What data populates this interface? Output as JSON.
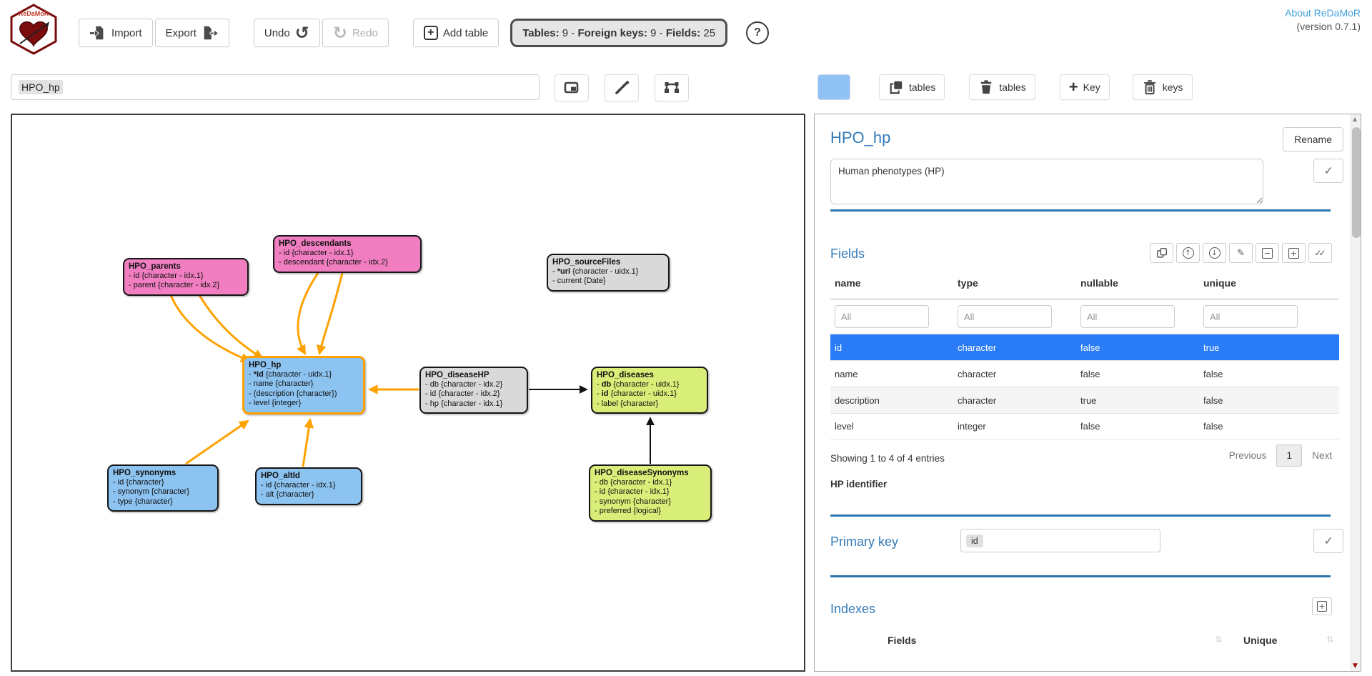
{
  "header": {
    "logo_text": "ReDaMoR",
    "import_label": "Import",
    "export_label": "Export",
    "undo_label": "Undo",
    "redo_label": "Redo",
    "add_table_label": "Add table",
    "stats": {
      "tables_label": "Tables:",
      "tables_value": "9",
      "fk_label": "Foreign keys:",
      "fk_value": "9",
      "fields_label": "Fields:",
      "fields_value": "25",
      "sep": " - "
    },
    "about_link": "About ReDaMoR",
    "version": "(version 0.7.1)"
  },
  "toolbar2": {
    "search_value": "HPO_hp"
  },
  "right_toolbar": {
    "copy_tables_label": "tables",
    "delete_tables_label": "tables",
    "add_key_label": "Key",
    "delete_keys_label": "keys"
  },
  "icons": {
    "question": "?",
    "undo": "↺",
    "redo": "↻",
    "plus": "+",
    "minus": "−",
    "arrow_up": "↑",
    "arrow_down": "↓",
    "pencil": "✎",
    "check": "✓",
    "double_check": "✓✓",
    "sort": "⇅",
    "scroll_up": "▲",
    "scroll_down": "▼"
  },
  "diagram": {
    "tables": [
      {
        "title": "HPO_parents",
        "fields": [
          {
            "pre": "- ",
            "bold": "",
            "rest": "id {character - idx.1}"
          },
          {
            "pre": "- ",
            "bold": "",
            "rest": "parent {character - idx.2}"
          }
        ]
      },
      {
        "title": "HPO_descendants",
        "fields": [
          {
            "pre": "- ",
            "bold": "",
            "rest": "id {character - idx.1}"
          },
          {
            "pre": "- ",
            "bold": "",
            "rest": "descendant {character - idx.2}"
          }
        ]
      },
      {
        "title": "HPO_sourceFiles",
        "fields": [
          {
            "pre": "- ",
            "bold": "*url",
            "rest": " {character - uidx.1}"
          },
          {
            "pre": "- ",
            "bold": "",
            "rest": "current {Date}"
          }
        ]
      },
      {
        "title": "HPO_hp",
        "fields": [
          {
            "pre": "- ",
            "bold": "*id",
            "rest": " {character - uidx.1}"
          },
          {
            "pre": "- ",
            "bold": "",
            "rest": "name {character}"
          },
          {
            "pre": "- ",
            "bold": "",
            "rest": "(description {character})"
          },
          {
            "pre": "- ",
            "bold": "",
            "rest": "level {integer}"
          }
        ]
      },
      {
        "title": "HPO_diseaseHP",
        "fields": [
          {
            "pre": "- ",
            "bold": "",
            "rest": "db {character - idx.2}"
          },
          {
            "pre": "- ",
            "bold": "",
            "rest": "id {character - idx.2}"
          },
          {
            "pre": "- ",
            "bold": "",
            "rest": "hp {character - idx.1}"
          }
        ]
      },
      {
        "title": "HPO_diseases",
        "fields": [
          {
            "pre": "- ",
            "bold": "db",
            "rest": " {character - uidx.1}"
          },
          {
            "pre": "- ",
            "bold": "id",
            "rest": " {character - uidx.1}"
          },
          {
            "pre": "- ",
            "bold": "",
            "rest": "label {character}"
          }
        ]
      },
      {
        "title": "HPO_synonyms",
        "fields": [
          {
            "pre": "- ",
            "bold": "",
            "rest": "id {character}"
          },
          {
            "pre": "- ",
            "bold": "",
            "rest": "synonym {character}"
          },
          {
            "pre": "- ",
            "bold": "",
            "rest": "type {character}"
          }
        ]
      },
      {
        "title": "HPO_altId",
        "fields": [
          {
            "pre": "- ",
            "bold": "",
            "rest": "id {character - idx.1}"
          },
          {
            "pre": "- ",
            "bold": "",
            "rest": "alt {character}"
          }
        ]
      },
      {
        "title": "HPO_diseaseSynonyms",
        "fields": [
          {
            "pre": "- ",
            "bold": "",
            "rest": "db {character - idx.1}"
          },
          {
            "pre": "- ",
            "bold": "",
            "rest": "id {character - idx.1}"
          },
          {
            "pre": "- ",
            "bold": "",
            "rest": "synonym {character}"
          },
          {
            "pre": "- ",
            "bold": "",
            "rest": "preferred {logical}"
          }
        ]
      }
    ]
  },
  "panel": {
    "title": "HPO_hp",
    "rename_label": "Rename",
    "description": "Human phenotypes (HP)",
    "fields_heading": "Fields",
    "columns": [
      "name",
      "type",
      "nullable",
      "unique"
    ],
    "filter_placeholder": "All",
    "rows": [
      {
        "name": "id",
        "type": "character",
        "nullable": "false",
        "unique": "true"
      },
      {
        "name": "name",
        "type": "character",
        "nullable": "false",
        "unique": "false"
      },
      {
        "name": "description",
        "type": "character",
        "nullable": "true",
        "unique": "false"
      },
      {
        "name": "level",
        "type": "integer",
        "nullable": "false",
        "unique": "false"
      }
    ],
    "showing": "Showing 1 to 4 of 4 entries",
    "previous_label": "Previous",
    "page": "1",
    "next_label": "Next",
    "field_comment": "HP identifier",
    "primary_key_heading": "Primary key",
    "primary_key_value": "id",
    "indexes_heading": "Indexes",
    "index_columns": {
      "fields": "Fields",
      "unique": "Unique"
    }
  },
  "colors": {
    "heading_blue": "#337ab7",
    "divider_blue": "#2a76ad",
    "selected_row_blue": "#2a7bf6",
    "selected_node_border": "#ffa200",
    "edge_orange": "#ffa200",
    "edge_black": "#111111",
    "node_pink": "#f07ec0",
    "node_blue": "#8cc3f0",
    "node_gray": "#d9d9d9",
    "node_green": "#d9ee78",
    "swatch_blue": "#90c2f5"
  }
}
